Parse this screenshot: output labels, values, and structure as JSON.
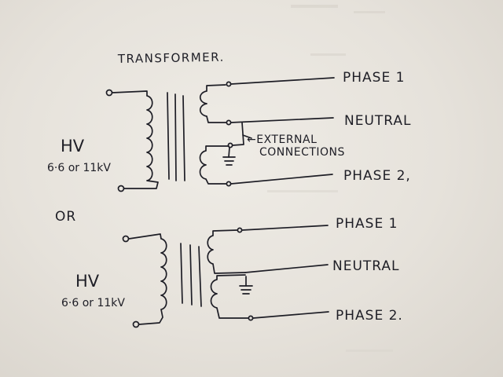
{
  "sheet": {
    "title": "TRANSFORMER.",
    "separator": "OR",
    "diagrams": [
      {
        "hv_label": "HV",
        "hv_rating": "6·6 or 11kV",
        "outputs": [
          "PHASE 1",
          "NEUTRAL",
          "PHASE 2,"
        ],
        "annotation": [
          "←EXTERNAL",
          "CONNECTIONS"
        ]
      },
      {
        "hv_label": "HV",
        "hv_rating": "6·6 or 11kV",
        "outputs": [
          "PHASE 1",
          "NEUTRAL",
          "PHASE 2."
        ]
      }
    ]
  },
  "colors": {
    "paper": "#ebe7e0",
    "ink": "#1e1e26"
  }
}
